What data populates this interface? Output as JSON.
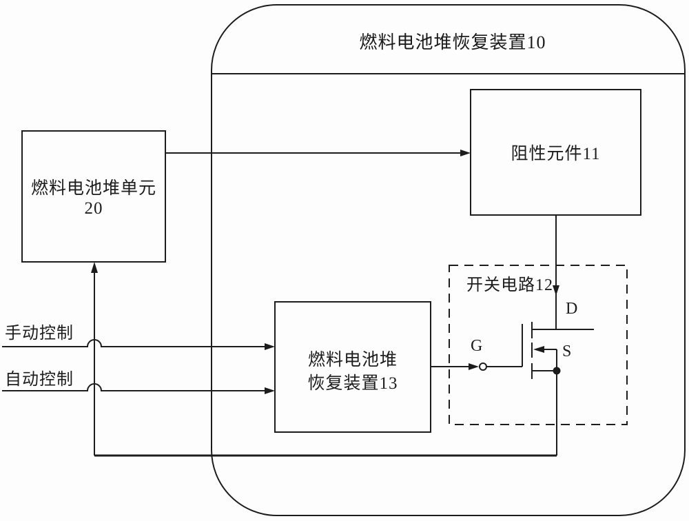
{
  "diagram": {
    "title": "燃料电池堆恢复装置10",
    "boxes": {
      "fuel_cell_stack_unit": {
        "label": "燃料电池堆单元20"
      },
      "resistive_element": {
        "label": "阻性元件11"
      },
      "recovery_device": {
        "label_line1": "燃料电池堆",
        "label_line2": "恢复装置13"
      },
      "switch_circuit": {
        "label": "开关电路12"
      }
    },
    "inputs": {
      "manual_control": "手动控制",
      "auto_control": "自动控制"
    },
    "mosfet": {
      "drain_label": "D",
      "source_label": "S",
      "gate_label": "G"
    },
    "colors": {
      "line": "#1c1c1c",
      "background": "#fdfdfd"
    }
  }
}
